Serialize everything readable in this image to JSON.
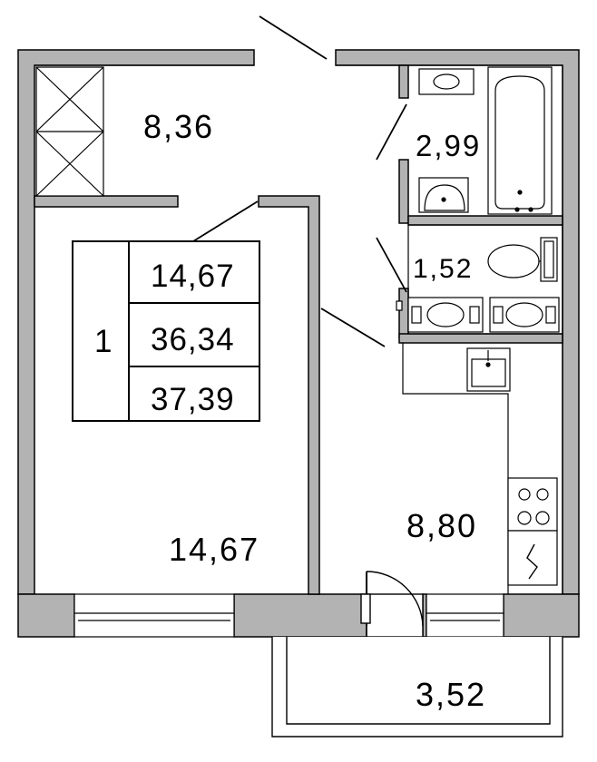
{
  "plan": {
    "room_areas": {
      "hall": "8,36",
      "bathroom": "2,99",
      "toilet": "1,52",
      "living_room": "14,67",
      "kitchen": "8,80",
      "balcony": "3,52"
    },
    "summary": {
      "rooms_count": "1",
      "living_area": "14,67",
      "total_area": "36,34",
      "total_area_with_balcony": "37,39"
    },
    "colors": {
      "wall": "#b3b3b3",
      "outline": "#000000",
      "background": "#ffffff"
    }
  }
}
